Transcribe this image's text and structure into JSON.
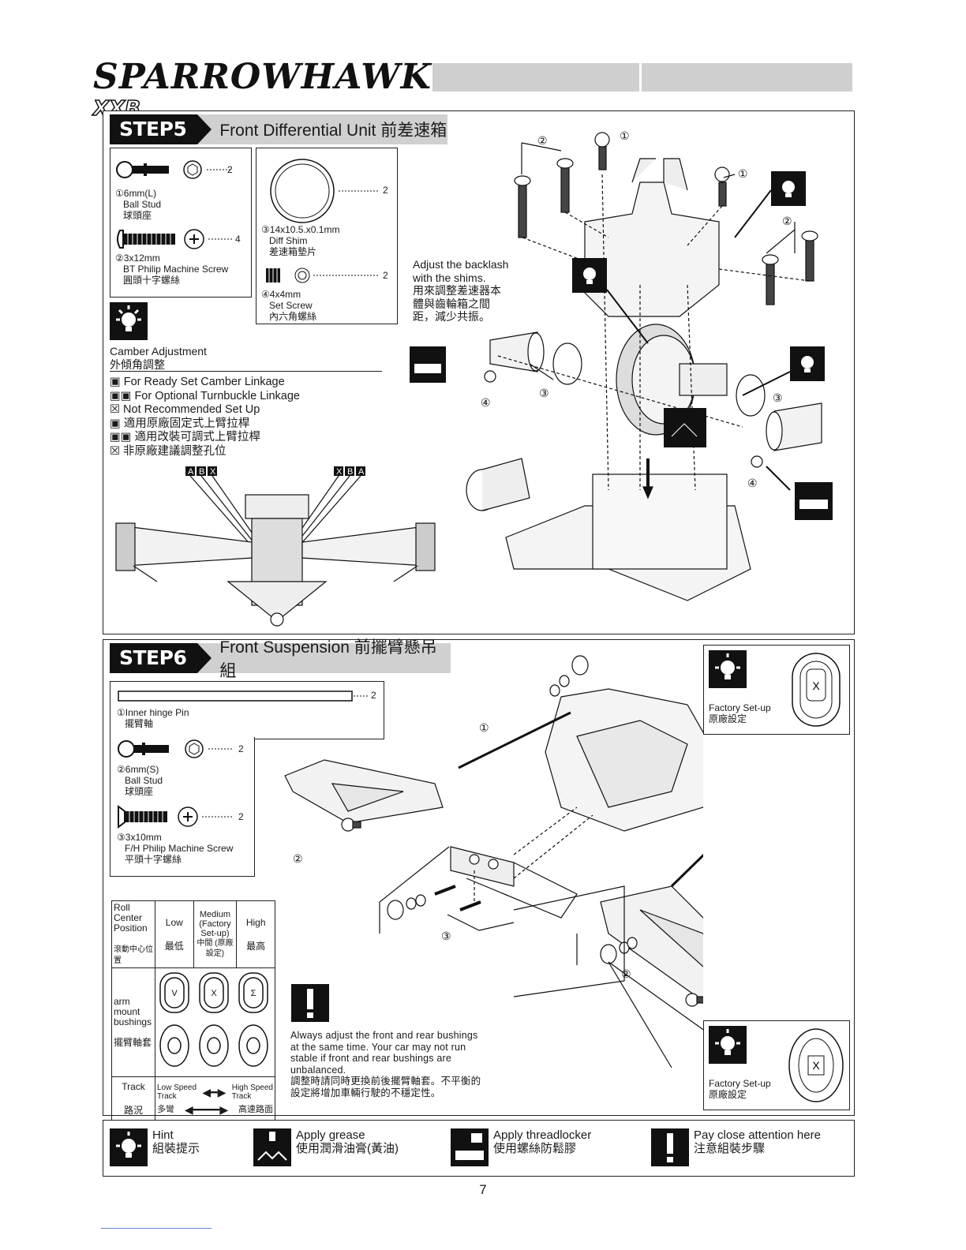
{
  "brand": {
    "name": "SPARROWHAWK",
    "model": "XXB"
  },
  "step5": {
    "badge": "STEP5",
    "title": "Front Differential Unit 前差速箱",
    "parts_left": [
      {
        "num": "①",
        "spec": "6mm(L)",
        "name": "Ball Stud",
        "zh": "球頭座",
        "qty": "2"
      },
      {
        "num": "②",
        "spec": "3x12mm",
        "name": "BT Philip Machine Screw",
        "zh": "圓頭十字螺絲",
        "qty": "4"
      }
    ],
    "parts_right": [
      {
        "num": "③",
        "spec": "14x10.5.x0.1mm",
        "name": "Diff Shim",
        "zh": "差速箱墊片",
        "qty": "2"
      },
      {
        "num": "④",
        "spec": "4x4mm",
        "name": "Set Screw",
        "zh": "內六角螺絲",
        "qty": "2"
      }
    ],
    "camber_title": "Camber Adjustment",
    "camber_title_zh": "外傾角調整",
    "camber_options": [
      {
        "tag": "B",
        "text": "For Ready Set Camber Linkage"
      },
      {
        "tag": "AB",
        "text": "For Optional Turnbuckle Linkage"
      },
      {
        "tag": "X",
        "text": "Not Recommended Set Up"
      },
      {
        "tag": "B",
        "text": "適用原廠固定式上臂拉桿"
      },
      {
        "tag": "AB",
        "text": "適用改裝可調式上臂拉桿"
      },
      {
        "tag": "X",
        "text": "非原廠建議調整孔位"
      }
    ],
    "camber_marks_left": [
      "A",
      "B",
      "X"
    ],
    "camber_marks_right": [
      "X",
      "B",
      "A"
    ],
    "backlash_note": [
      "Adjust the backlash",
      "with the shims.",
      "用來調整差速器本",
      "體與齒輪箱之間",
      "距，減少共振。"
    ],
    "callouts": [
      "①",
      "②",
      "③",
      "④"
    ]
  },
  "step6": {
    "badge": "STEP6",
    "title": "Front Suspension 前擺臂懸吊組",
    "parts": [
      {
        "num": "①",
        "spec": "Inner hinge Pin",
        "name": "",
        "zh": "擺臂軸",
        "qty": "2"
      },
      {
        "num": "②",
        "spec": "6mm(S)",
        "name": "Ball Stud",
        "zh": "球頭座",
        "qty": "2"
      },
      {
        "num": "③",
        "spec": "3x10mm",
        "name": "F/H Philip Machine Screw",
        "zh": "平頭十字螺絲",
        "qty": "2"
      }
    ],
    "factory_setup": "Factory Set-up",
    "factory_setup_zh": "原廠設定",
    "bushing_mark": "X",
    "rc_table": {
      "header_label": [
        "Roll",
        "Center",
        "Position"
      ],
      "header_label_zh": "滾動中心位置",
      "cols": [
        {
          "en": "Low",
          "zh": "最低",
          "mark": "V"
        },
        {
          "en": "Medium (Factory Set-up)",
          "zh": "中間 (原廠設定)",
          "mark": "X"
        },
        {
          "en": "High",
          "zh": "最高",
          "mark": "Σ"
        }
      ],
      "row2_label": [
        "arm",
        "mount",
        "bushings"
      ],
      "row2_label_zh": "擺臂軸套",
      "track_label": "Track",
      "track_label_zh": "路況",
      "track_low": [
        "Low Speed",
        "Track"
      ],
      "track_high": [
        "High Speed",
        "Track"
      ],
      "track_low_zh": "多彎",
      "track_high_zh": "高速路面"
    },
    "warning": [
      "Always adjust the front and rear bushings",
      "at the same time.  Your car may not run",
      "stable if front and rear bushings are",
      "unbalanced.",
      "調整時請同時更換前後擺臂軸套。不平衡的",
      "設定將增加車輛行駛的不穩定性。"
    ]
  },
  "legend": [
    {
      "icon": "hint-icon",
      "en": "Hint",
      "zh": "組裝提示"
    },
    {
      "icon": "grease-icon",
      "en": "Apply grease",
      "zh": "使用潤滑油膏(黃油)"
    },
    {
      "icon": "threadlocker-icon",
      "en": "Apply threadlocker",
      "zh": "使用螺絲防鬆膠"
    },
    {
      "icon": "attention-icon",
      "en": "Pay close attention here",
      "zh": "注意組裝步驟"
    }
  ],
  "page_number": "7"
}
